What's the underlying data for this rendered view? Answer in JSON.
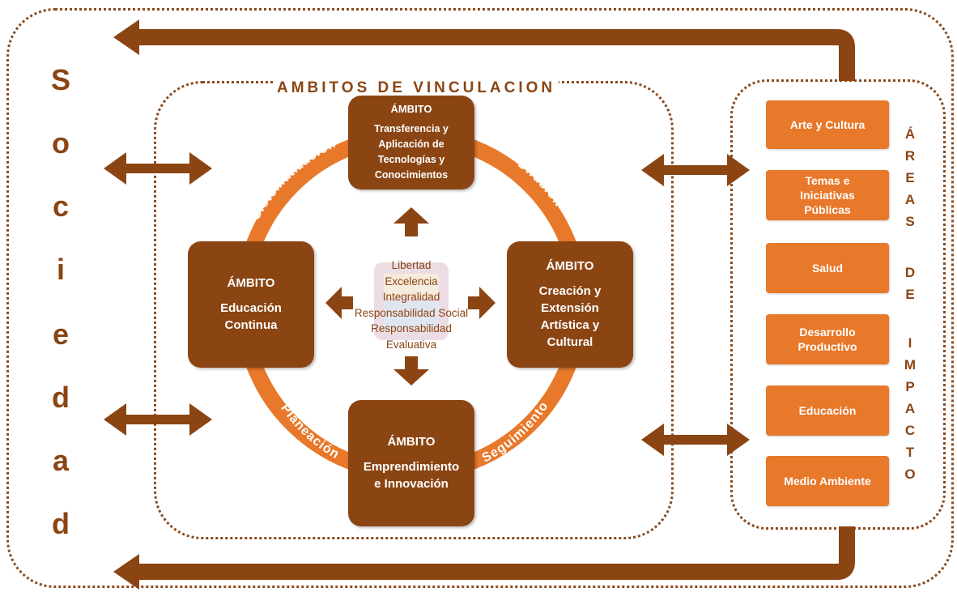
{
  "title": "AMBITOS DE VINCULACION",
  "sociedad_letters": [
    "S",
    "o",
    "c",
    "i",
    "e",
    "d",
    "a",
    "d"
  ],
  "ring_labels": {
    "top_left": "Sistematización",
    "top_right": "Difusión",
    "bottom_left": "Planeación",
    "bottom_right": "Seguimiento"
  },
  "ambitos": {
    "top": {
      "heading": "ÁMBITO",
      "lines": [
        "Transferencia y",
        "Aplicación de",
        "Tecnologías y",
        "Conocimientos"
      ]
    },
    "left": {
      "heading": "ÁMBITO",
      "lines": [
        "Educación",
        "Continua"
      ]
    },
    "right": {
      "heading": "ÁMBITO",
      "lines": [
        "Creación y",
        "Extensión",
        "Artística y",
        "Cultural"
      ]
    },
    "bottom": {
      "heading": "ÁMBITO",
      "lines": [
        "Emprendimiento",
        "e Innovación"
      ]
    }
  },
  "values": [
    "Libertad",
    "Excelencia",
    "Integralidad",
    "Responsabilidad Social",
    "Responsabilidad",
    "Evaluativa"
  ],
  "areas": [
    {
      "lines": [
        "Arte y Cultura"
      ]
    },
    {
      "lines": [
        "Temas e",
        "Iniciativas",
        "Públicas"
      ]
    },
    {
      "lines": [
        "Salud"
      ]
    },
    {
      "lines": [
        "Desarrollo",
        "Productivo"
      ]
    },
    {
      "lines": [
        "Educación"
      ]
    },
    {
      "lines": [
        "Medio Ambiente"
      ]
    }
  ],
  "areas_title_letters": [
    "Á",
    "R",
    "E",
    "A",
    "S",
    "",
    "D",
    "E",
    "",
    "I",
    "M",
    "P",
    "A",
    "C",
    "T",
    "O"
  ],
  "colors": {
    "dark_brown": "#8b4513",
    "orange": "#e8782a",
    "dotted_border": "#8a4a1c"
  }
}
